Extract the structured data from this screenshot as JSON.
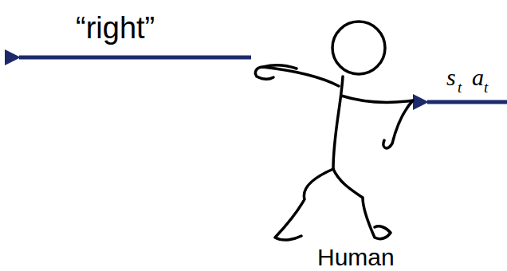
{
  "diagram": {
    "labels": [
      "“right”",
      "s",
      "t",
      "a",
      "t",
      "Human"
    ]
  }
}
